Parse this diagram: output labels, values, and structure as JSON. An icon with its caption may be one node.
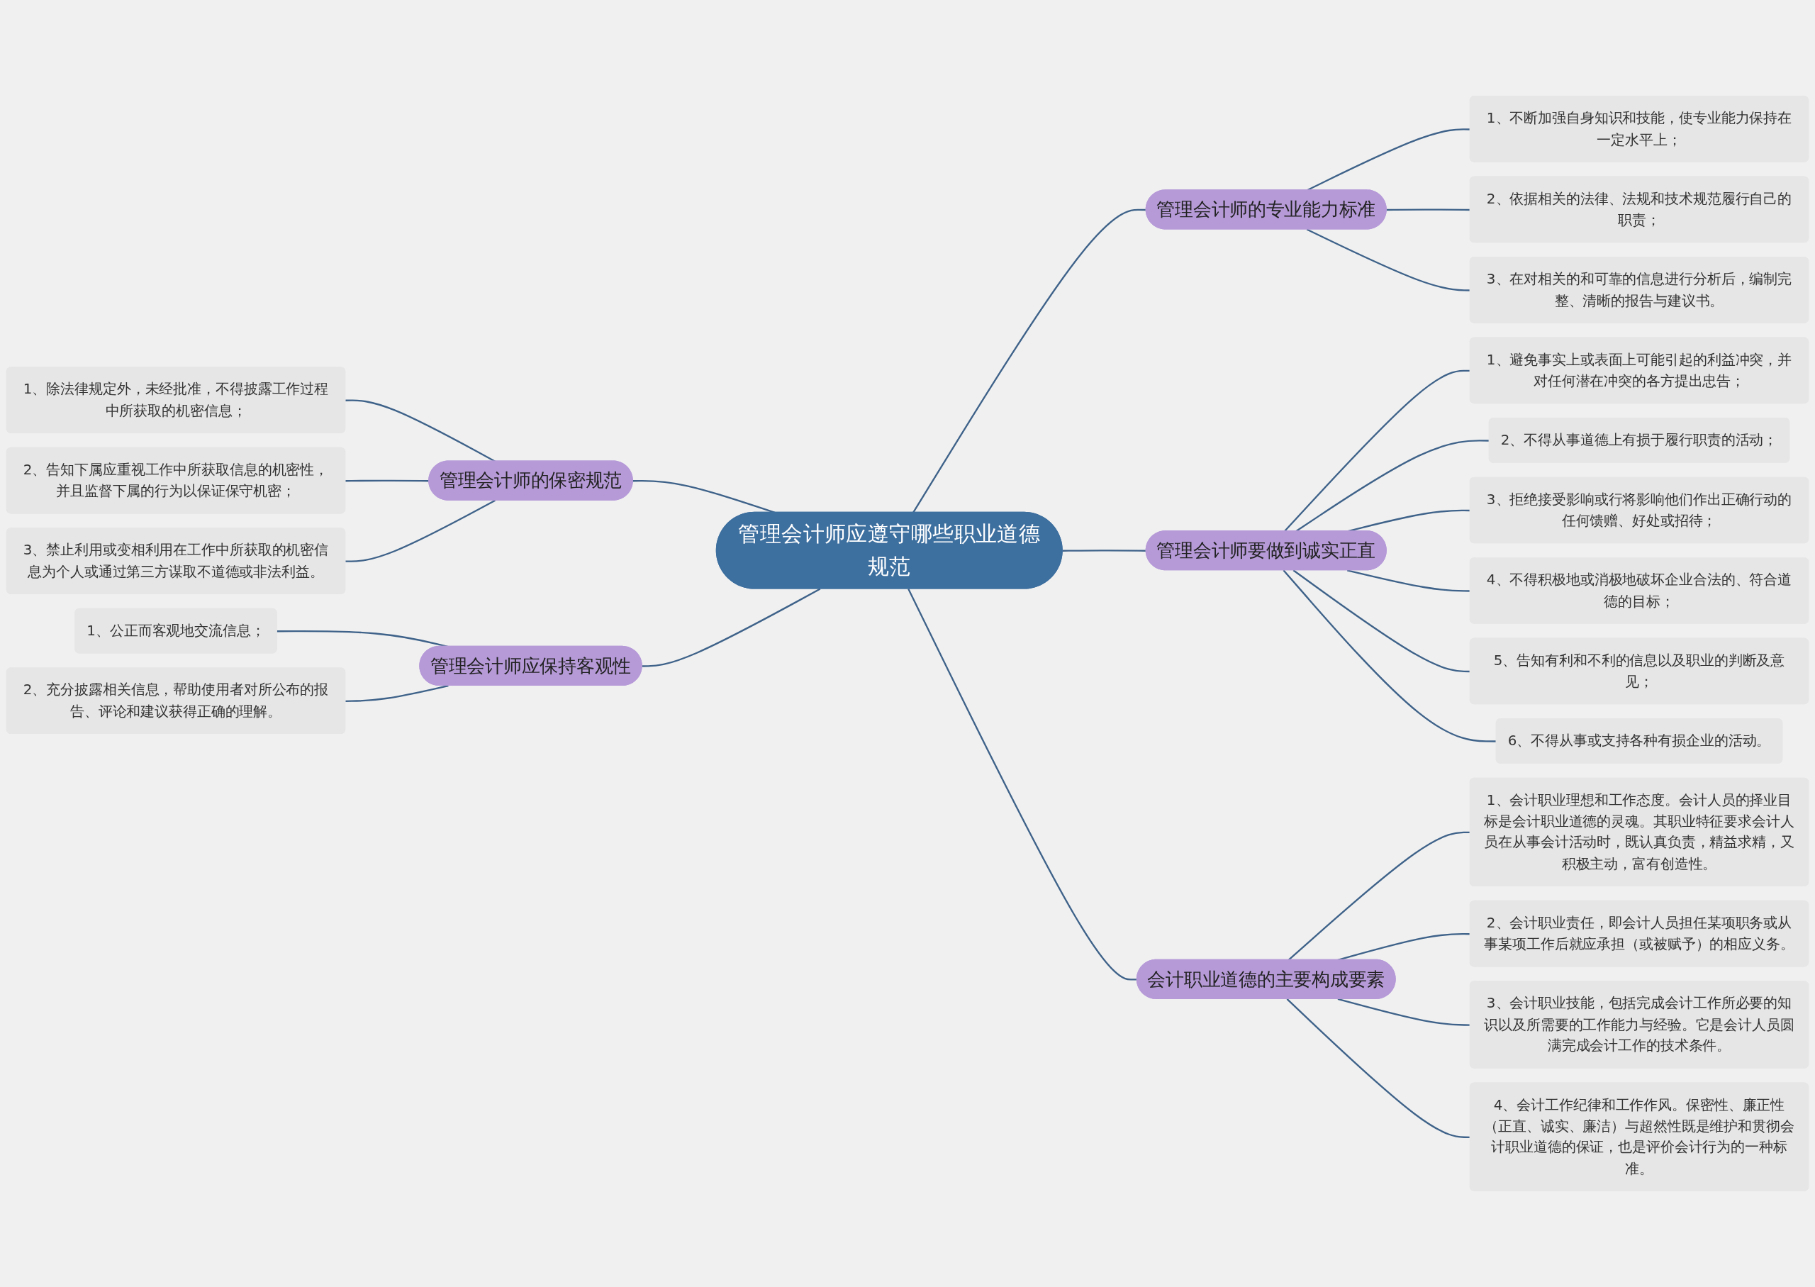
{
  "diagram": {
    "nodes": [
      {
        "text": [
          "管理会计师应遵守哪些职业道德规范"
        ]
      },
      {
        "text": [
          "管理会计师的专业能力标准"
        ]
      },
      {
        "text": [
          "1、不断加强自身知识和技能，使专业能力保持在一定水平上；"
        ]
      },
      {
        "text": [
          "2、依据相关的法律、法规和技术规范履行自己的职责；"
        ]
      },
      {
        "text": [
          "3、在对相关的和可靠的信息进行分析后，编制完整、清晰的报告与建议书。"
        ]
      },
      {
        "text": [
          "管理会计师要做到诚实正直"
        ]
      },
      {
        "text": [
          "1、避免事实上或表面上可能引起的利益冲突，并对任何潜在冲突的各方提出忠告；"
        ]
      },
      {
        "text": [
          "2、不得从事道德上有损于履行职责的活动；"
        ]
      },
      {
        "text": [
          "3、拒绝接受影响或行将影响他们作出正确行动的任何馈赠、好处或招待；"
        ]
      },
      {
        "text": [
          "4、不得积极地或消极地破坏企业合法的、符合道德的目标；"
        ]
      },
      {
        "text": [
          "5、告知有利和不利的信息以及职业的判断及意见；"
        ]
      },
      {
        "text": [
          "6、不得从事或支持各种有损企业的活动。"
        ]
      },
      {
        "text": [
          "会计职业道德的主要构成要素"
        ]
      },
      {
        "text": [
          "1、会计职业理想和工作态度。会计人员的择业目标是会计职业道德的灵魂。其职业特征要求会计人员在从事会计活动时，既认真负责，精益求精，又积极主动，富有创造性。"
        ]
      },
      {
        "text": [
          "2、会计职业责任，即会计人员担任某项职务或从事某项工作后就应承担（或被赋予）的相应义务。"
        ]
      },
      {
        "text": [
          "3、会计职业技能，包括完成会计工作所必要的知识以及所需要的工作能力与经验。它是会计人员圆满完成会计工作的技术条件。"
        ]
      },
      {
        "text": [
          "4、会计工作纪律和工作作风。保密性、廉正性（正直、诚实、廉洁）与超然性既是维护和贯彻会计职业道德的保证，也是评价会计行为的一种标准。"
        ]
      },
      {
        "text": [
          "管理会计师的保密规范"
        ]
      },
      {
        "text": [
          "1、除法律规定外，未经批准，不得披露工作过程中所获取的机密信息；"
        ]
      },
      {
        "text": [
          "2、告知下属应重视工作中所获取信息的机密性，并且监督下属的行为以保证保守机密；"
        ]
      },
      {
        "text": [
          "3、禁止利用或变相利用在工作中所获取的机密信息为个人或通过第三方谋取不道德或非法利益。"
        ]
      },
      {
        "text": [
          "管理会计师应保持客观性"
        ]
      },
      {
        "text": [
          "1、公正而客观地交流信息；"
        ]
      },
      {
        "text": [
          "2、充分披露相关信息，帮助使用者对所公布的报告、评论和建议获得正确的理解。"
        ]
      }
    ],
    "edges": [
      {
        "from": 0,
        "to": 1,
        "arrow": "none"
      },
      {
        "from": 1,
        "to": 2,
        "arrow": "none"
      },
      {
        "from": 1,
        "to": 3,
        "arrow": "none"
      },
      {
        "from": 1,
        "to": 4,
        "arrow": "none"
      },
      {
        "from": 0,
        "to": 5,
        "arrow": "none"
      },
      {
        "from": 5,
        "to": 6,
        "arrow": "none"
      },
      {
        "from": 5,
        "to": 7,
        "arrow": "none"
      },
      {
        "from": 5,
        "to": 8,
        "arrow": "none"
      },
      {
        "from": 5,
        "to": 9,
        "arrow": "none"
      },
      {
        "from": 5,
        "to": 10,
        "arrow": "none"
      },
      {
        "from": 5,
        "to": 11,
        "arrow": "none"
      },
      {
        "from": 0,
        "to": 12,
        "arrow": "none"
      },
      {
        "from": 12,
        "to": 13,
        "arrow": "none"
      },
      {
        "from": 12,
        "to": 14,
        "arrow": "none"
      },
      {
        "from": 12,
        "to": 15,
        "arrow": "none"
      },
      {
        "from": 12,
        "to": 16,
        "arrow": "none"
      },
      {
        "from": 17,
        "to": 0,
        "arrow": "none"
      },
      {
        "from": 18,
        "to": 17,
        "arrow": "none"
      },
      {
        "from": 19,
        "to": 17,
        "arrow": "none"
      },
      {
        "from": 20,
        "to": 17,
        "arrow": "none"
      },
      {
        "from": 21,
        "to": 0,
        "arrow": "none"
      },
      {
        "from": 22,
        "to": 21,
        "arrow": "none"
      },
      {
        "from": 23,
        "to": 21,
        "arrow": "none"
      }
    ]
  }
}
